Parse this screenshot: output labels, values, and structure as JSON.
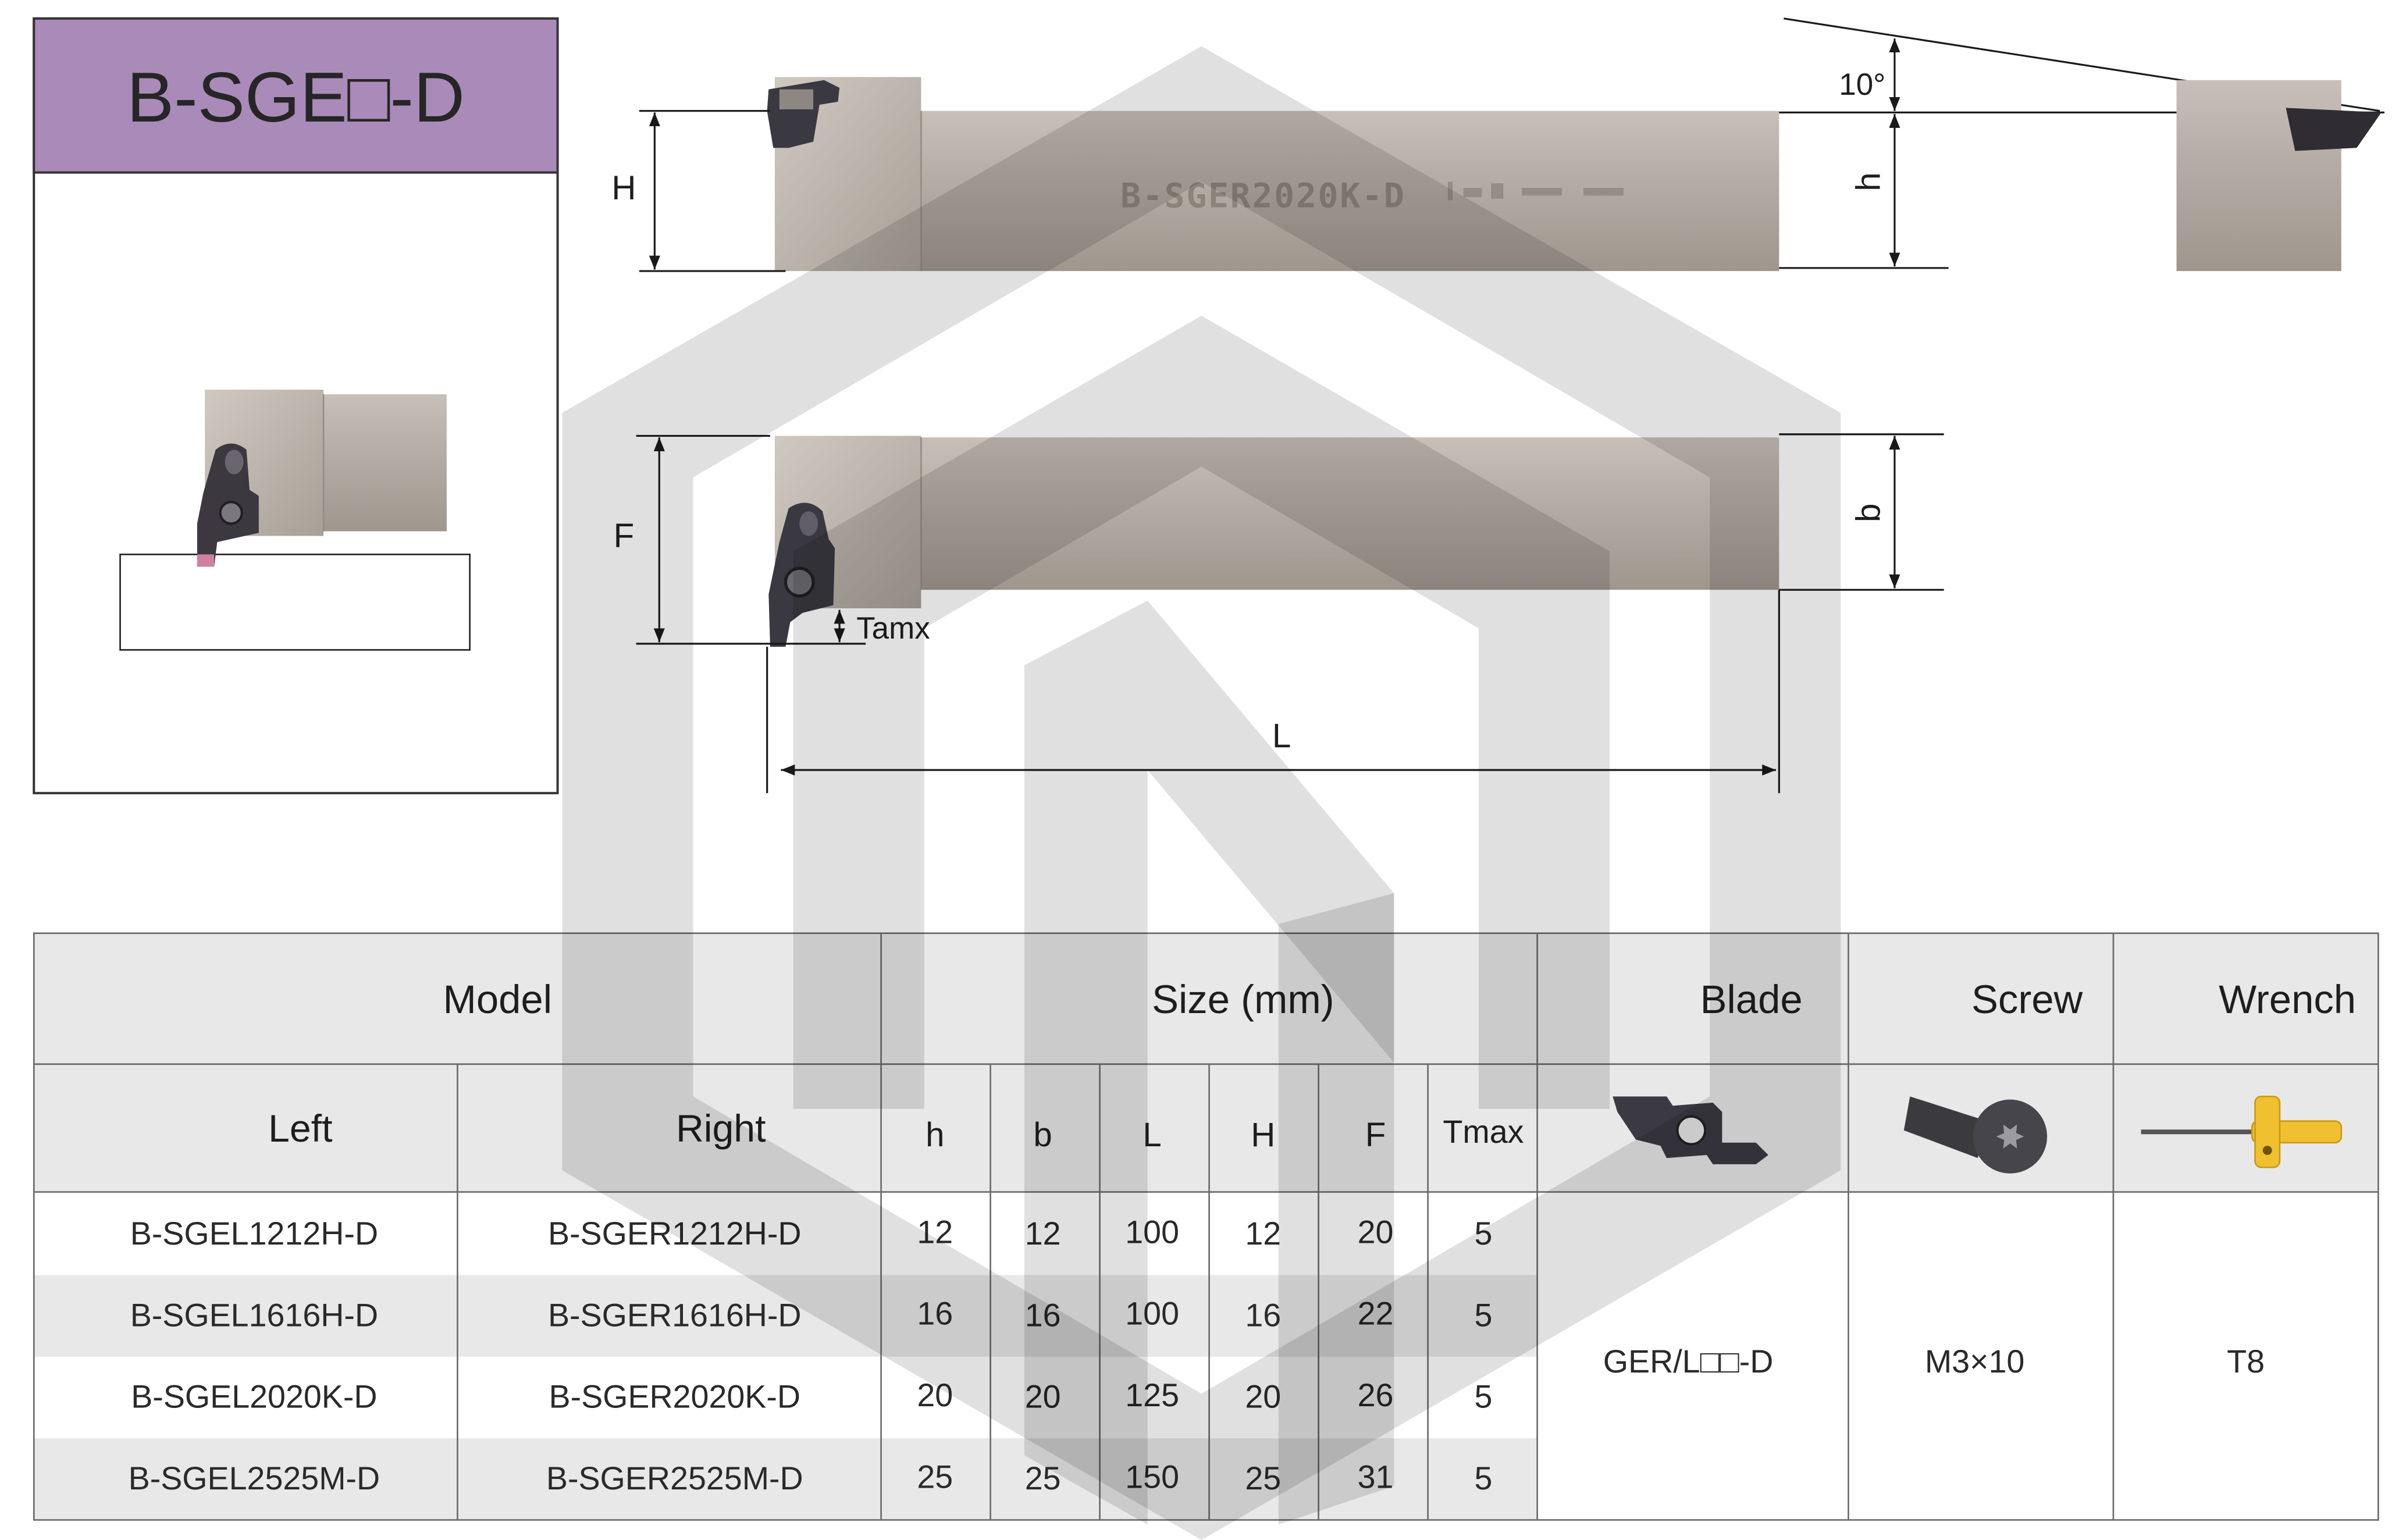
{
  "title": "B-SGE□-D",
  "diagram": {
    "body_marking": "B-SGER2020K-D",
    "label_H": "H",
    "label_h": "h",
    "label_angle": "10°",
    "label_F": "F",
    "label_b": "b",
    "label_Tamx": "Tamx",
    "label_L": "L"
  },
  "table": {
    "headers": {
      "model": "Model",
      "size": "Size (mm)",
      "blade": "Blade",
      "screw": "Screw",
      "wrench": "Wrench"
    },
    "subheaders": {
      "left": "Left",
      "right": "Right",
      "h": "h",
      "b": "b",
      "L": "L",
      "H": "H",
      "F": "F",
      "Tmax": "Tmax"
    },
    "rows": [
      {
        "left": "B-SGEL1212H-D",
        "right": "B-SGER1212H-D",
        "h": "12",
        "b": "12",
        "L": "100",
        "H": "12",
        "F": "20",
        "Tmax": "5"
      },
      {
        "left": "B-SGEL1616H-D",
        "right": "B-SGER1616H-D",
        "h": "16",
        "b": "16",
        "L": "100",
        "H": "16",
        "F": "22",
        "Tmax": "5"
      },
      {
        "left": "B-SGEL2020K-D",
        "right": "B-SGER2020K-D",
        "h": "20",
        "b": "20",
        "L": "125",
        "H": "20",
        "F": "26",
        "Tmax": "5"
      },
      {
        "left": "B-SGEL2525M-D",
        "right": "B-SGER2525M-D",
        "h": "25",
        "b": "25",
        "L": "150",
        "H": "25",
        "F": "31",
        "Tmax": "5"
      }
    ],
    "blade": "GER/L□□-D",
    "screw": "M3×10",
    "wrench": "T8"
  },
  "icons": {
    "blade": "grooving-insert-icon",
    "screw": "torx-screw-icon",
    "wrench": "torx-wrench-icon"
  },
  "colors": {
    "title_band": "#a98ab8",
    "tool_body": "#b3aba3",
    "table_shade": "#e8e8e8",
    "watermark": "#d9d9d9"
  }
}
